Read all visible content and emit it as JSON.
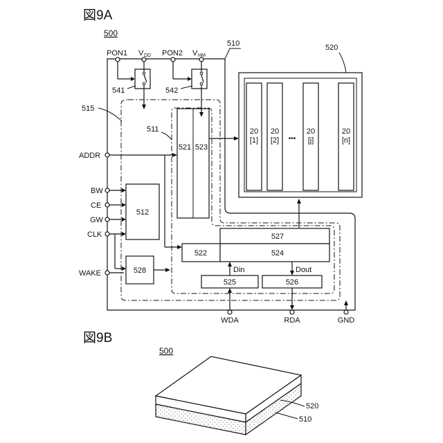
{
  "fig_a": {
    "title": "図9A",
    "ref_500": "500",
    "pins_top": [
      "PON1",
      "V",
      "PON2",
      "V"
    ],
    "vdd_sub": "DD",
    "vhm_sub": "HM",
    "ref_510": "510",
    "ref_520": "520",
    "ref_515": "515",
    "ref_511": "511",
    "ref_541": "541",
    "ref_542": "542",
    "blocks": {
      "b521": "521",
      "b523": "523",
      "b512": "512",
      "b528": "528",
      "b522": "522",
      "b524": "524",
      "b527": "527",
      "b525": "525",
      "b526": "526"
    },
    "signals_left": [
      "ADDR",
      "BW",
      "CE",
      "GW",
      "CLK",
      "WAKE"
    ],
    "signals_bottom": [
      "WDA",
      "RDA",
      "GND"
    ],
    "din": "Din",
    "dout": "Dout",
    "cells": [
      {
        "num": "20",
        "idx": "[1]"
      },
      {
        "num": "20",
        "idx": "[2]"
      },
      {
        "num": "20",
        "idx": "[j]"
      },
      {
        "num": "20",
        "idx": "[n]"
      }
    ],
    "ellipsis": "•••"
  },
  "fig_b": {
    "title": "図9B",
    "ref_500": "500",
    "ref_520": "520",
    "ref_510": "510"
  }
}
